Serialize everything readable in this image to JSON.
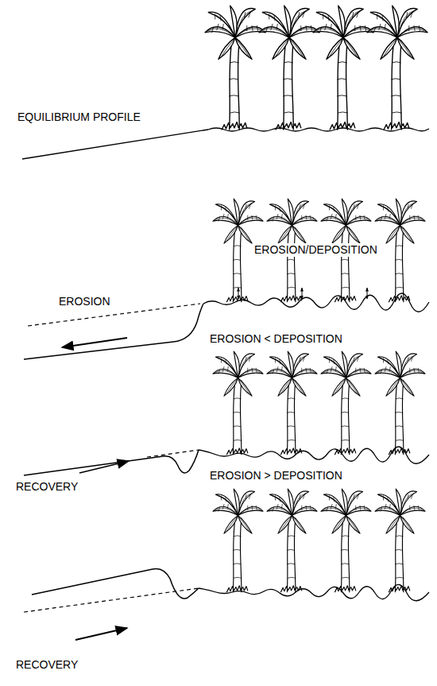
{
  "diagram": {
    "labels": [
      "EQUILIBRIUM PROFILE",
      "EROSION/DEPOSITION",
      "EROSION",
      "EROSION < DEPOSITION",
      "RECOVERY",
      "EROSION > DEPOSITION",
      "RECOVERY"
    ]
  }
}
